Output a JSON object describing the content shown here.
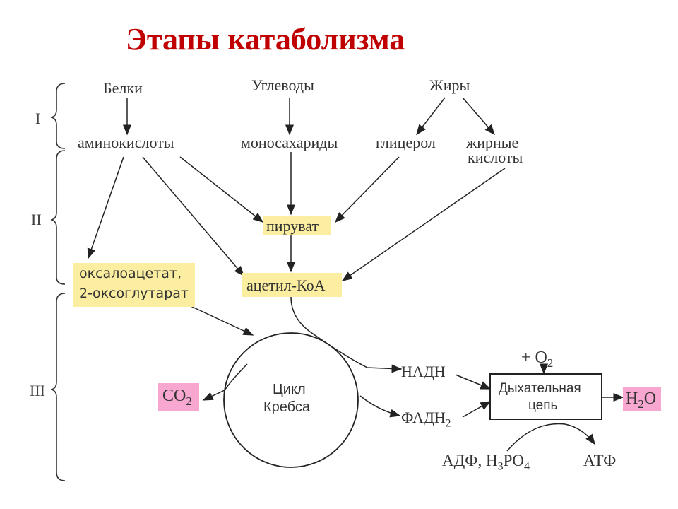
{
  "title": "Этапы катаболизма",
  "stages": [
    "I",
    "II",
    "III"
  ],
  "nodes": {
    "proteins": "Белки",
    "carbs": "Углеводы",
    "fats": "Жиры",
    "amino_acids": "аминокислоты",
    "monosaccharides": "моносахариды",
    "glycerol": "глицерол",
    "fatty_acids_1": "жирные",
    "fatty_acids_2": "кислоты",
    "pyruvate": "пируват",
    "acetyl_coa": "ацетил-КоА",
    "oxalo_1": "оксалоацетат,",
    "oxalo_2": "2-оксоглутарат",
    "krebs_1": "Цикл",
    "krebs_2": "Кребса",
    "co2_main": "CO",
    "co2_sub": "2",
    "nadh": "НАДН",
    "fadh_main": "ФАДН",
    "fadh_sub": "2",
    "o2_main": "+ O",
    "o2_sub": "2",
    "resp_1": "Дыхательная",
    "resp_2": "цепь",
    "h2o_a": "H",
    "h2o_sub": "2",
    "h2o_b": "O",
    "adp_a": "АДФ, H",
    "adp_sub": "3",
    "adp_b": "PO",
    "adp_sub2": "4",
    "atp": "АТФ"
  },
  "colors": {
    "title": "#c00000",
    "highlight_yellow": "#fbeea0",
    "highlight_pink": "#f7a7d0"
  }
}
